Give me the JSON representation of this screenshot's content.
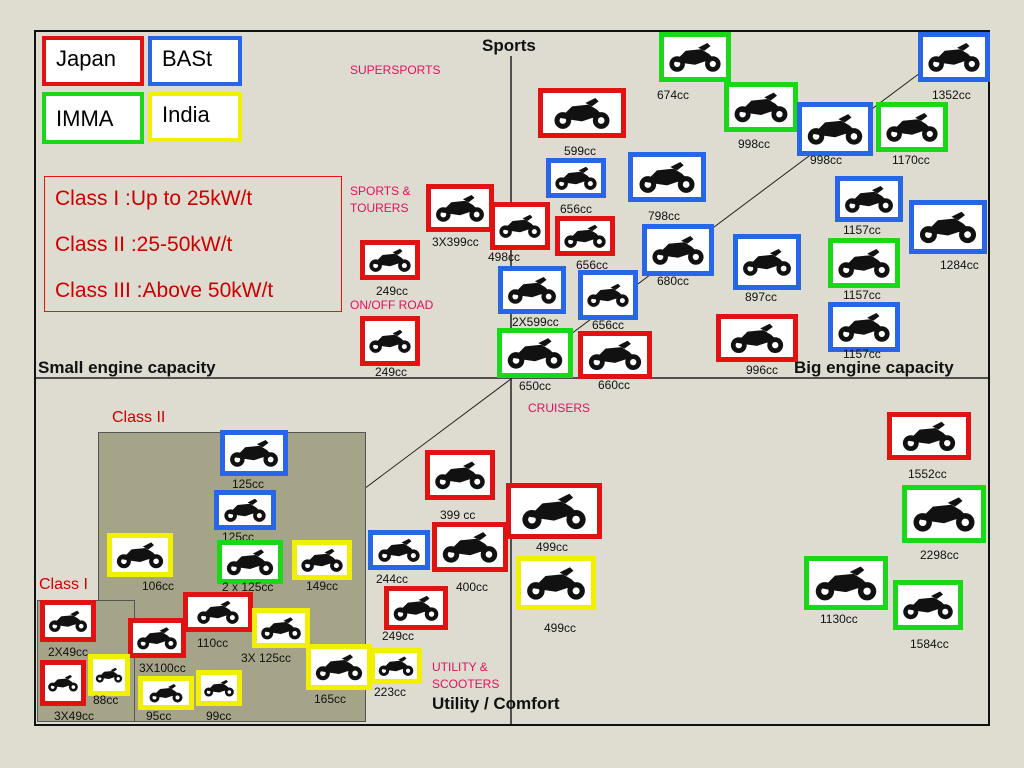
{
  "colors": {
    "japan": "#e11212",
    "bast": "#2866e8",
    "imma": "#18d818",
    "india": "#f0f000",
    "category": "#e0115f"
  },
  "legend": {
    "japan": "Japan",
    "bast": "BASt",
    "imma": "IMMA",
    "india": "India"
  },
  "classes": {
    "c1": "Class I :Up to 25kW/t",
    "c2": "Class II :25-50kW/t",
    "c3": "Class III :Above 50kW/t"
  },
  "axes": {
    "top": "Sports",
    "bottom": "Utility / Comfort",
    "left": "Small engine capacity",
    "right": "Big engine capacity"
  },
  "categories": {
    "supersports": "SUPERSPORTS",
    "sports_tourers_1": "SPORTS &",
    "sports_tourers_2": "TOURERS",
    "onoff": "ON/OFF ROAD",
    "cruisers": "CRUISERS",
    "utility_1": "UTILITY &",
    "utility_2": "SCOOTERS"
  },
  "zones": {
    "class1": "Class I",
    "class2": "Class II"
  },
  "bikes": [
    {
      "cc": "674cc",
      "c": "imma"
    },
    {
      "cc": "1352cc",
      "c": "bast"
    },
    {
      "cc": "599cc",
      "c": "japan"
    },
    {
      "cc": "998cc",
      "c": "imma"
    },
    {
      "cc": "998cc",
      "c": "bast"
    },
    {
      "cc": "1170cc",
      "c": "imma"
    },
    {
      "cc": "656cc",
      "c": "bast"
    },
    {
      "cc": "798cc",
      "c": "bast"
    },
    {
      "cc": "3X399cc",
      "c": "japan"
    },
    {
      "cc": "498cc",
      "c": "japan"
    },
    {
      "cc": "656cc",
      "c": "japan"
    },
    {
      "cc": "1157cc",
      "c": "bast"
    },
    {
      "cc": "1284cc",
      "c": "bast"
    },
    {
      "cc": "249cc",
      "c": "japan"
    },
    {
      "cc": "680cc",
      "c": "bast"
    },
    {
      "cc": "897cc",
      "c": "bast"
    },
    {
      "cc": "1157cc",
      "c": "imma"
    },
    {
      "cc": "2X599cc",
      "c": "bast"
    },
    {
      "cc": "656cc",
      "c": "bast"
    },
    {
      "cc": "1157cc",
      "c": "bast"
    },
    {
      "cc": "249cc",
      "c": "japan"
    },
    {
      "cc": "650cc",
      "c": "imma"
    },
    {
      "cc": "660cc",
      "c": "japan"
    },
    {
      "cc": "996cc",
      "c": "japan"
    },
    {
      "cc": "1552cc",
      "c": "japan"
    },
    {
      "cc": "125cc",
      "c": "bast"
    },
    {
      "cc": "399 cc",
      "c": "japan"
    },
    {
      "cc": "499cc",
      "c": "japan"
    },
    {
      "cc": "2298cc",
      "c": "imma"
    },
    {
      "cc": "125cc",
      "c": "bast"
    },
    {
      "cc": "106cc",
      "c": "india"
    },
    {
      "cc": "2 x 125cc",
      "c": "imma"
    },
    {
      "cc": "149cc",
      "c": "india"
    },
    {
      "cc": "244cc",
      "c": "bast"
    },
    {
      "cc": "400cc",
      "c": "japan"
    },
    {
      "cc": "1130cc",
      "c": "imma"
    },
    {
      "cc": "1584cc",
      "c": "imma"
    },
    {
      "cc": "499cc",
      "c": "india"
    },
    {
      "cc": "2X49cc",
      "c": "japan"
    },
    {
      "cc": "110cc",
      "c": "japan"
    },
    {
      "cc": "3X 125cc",
      "c": "india"
    },
    {
      "cc": "249cc",
      "c": "japan"
    },
    {
      "cc": "3X100cc",
      "c": "japan"
    },
    {
      "cc": "88cc",
      "c": "india"
    },
    {
      "cc": "165cc",
      "c": "india"
    },
    {
      "cc": "223cc",
      "c": "india"
    },
    {
      "cc": "3X49cc",
      "c": "japan"
    },
    {
      "cc": "95cc",
      "c": "india"
    },
    {
      "cc": "99cc",
      "c": "india"
    }
  ]
}
